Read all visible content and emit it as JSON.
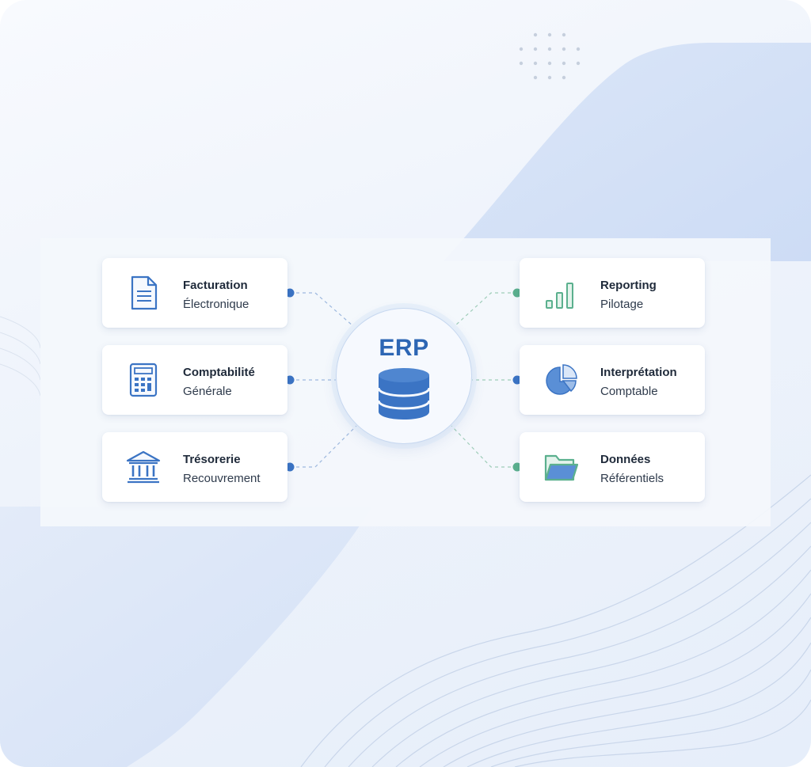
{
  "hub": {
    "title": "ERP"
  },
  "modules": {
    "facturation": {
      "title": "Facturation",
      "subtitle": "Électronique",
      "icon": "document-icon"
    },
    "comptabilite": {
      "title": "Comptabilité",
      "subtitle": "Générale",
      "icon": "calculator-icon"
    },
    "tresorerie": {
      "title": "Trésorerie",
      "subtitle": "Recouvrement",
      "icon": "bank-icon"
    },
    "reporting": {
      "title": "Reporting",
      "subtitle": "Pilotage",
      "icon": "bar-chart-icon"
    },
    "interpretation": {
      "title": "Interprétation",
      "subtitle": "Comptable",
      "icon": "pie-chart-icon"
    },
    "donnees": {
      "title": "Données",
      "subtitle": "Référentiels",
      "icon": "folder-icon"
    }
  },
  "colors": {
    "blue": "#3b74c4",
    "green": "#5bb08e",
    "text_dark": "#1f2a3a"
  }
}
